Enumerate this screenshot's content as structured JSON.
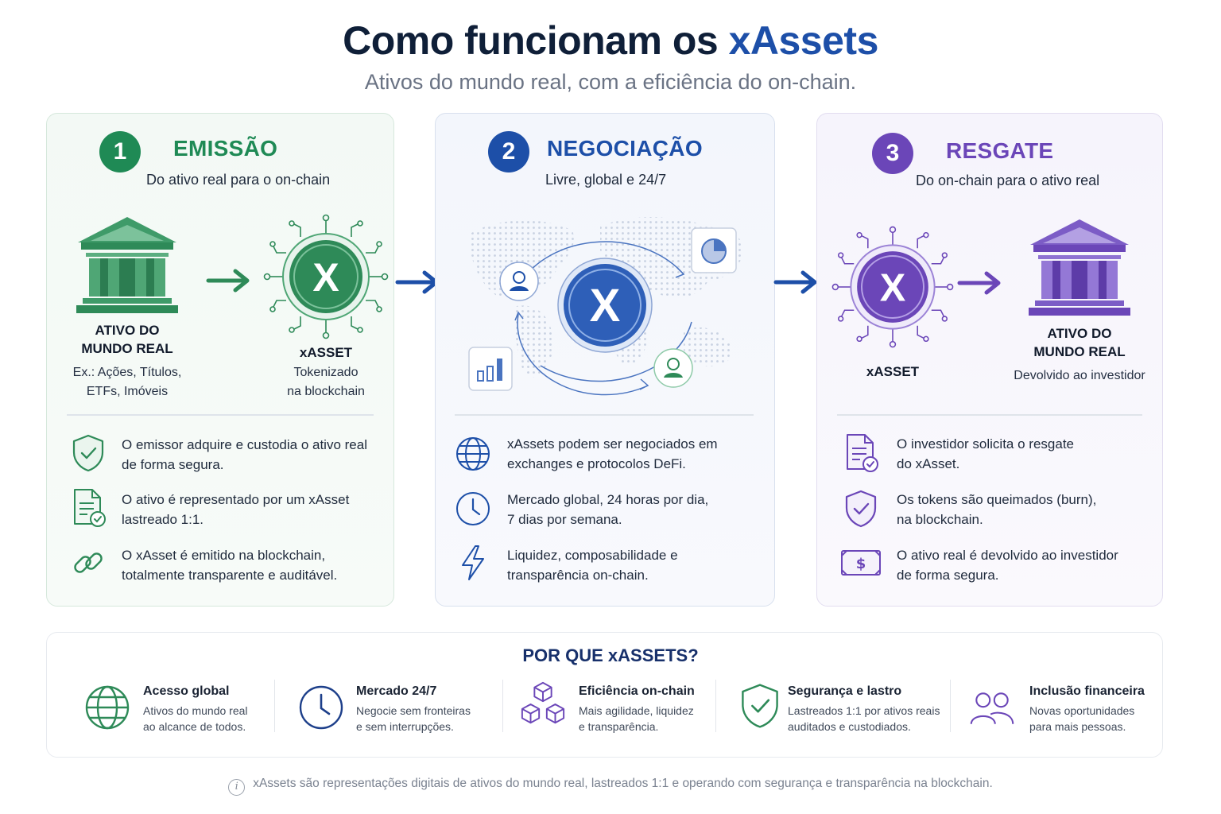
{
  "header": {
    "title_main": "Como funcionam os ",
    "title_accent": "xAssets",
    "subtitle": "Ativos do mundo real, com a eficiência do on-chain."
  },
  "colors": {
    "green": "#1f8a55",
    "blue": "#1d4fa8",
    "purple": "#6b46b8",
    "navy": "#17306b"
  },
  "steps": [
    {
      "number": "1",
      "title": "EMISSÃO",
      "subtitle": "Do ativo real para o on-chain",
      "left_caption_title": [
        "ATIVO DO",
        "MUNDO REAL"
      ],
      "left_caption": [
        "Ex.: Ações, Títulos,",
        "ETFs, Imóveis"
      ],
      "right_caption_title": "xASSET",
      "right_caption": [
        "Tokenizado",
        "na blockchain"
      ],
      "items": [
        {
          "icon": "shield-check-icon",
          "lines": [
            "O emissor adquire e custodia o ativo real",
            "de forma segura."
          ]
        },
        {
          "icon": "document-check-icon",
          "lines": [
            "O ativo é representado por um xAsset",
            "lastreado 1:1."
          ]
        },
        {
          "icon": "chain-link-icon",
          "lines": [
            "O xAsset é emitido na blockchain,",
            "totalmente transparente e auditável."
          ]
        }
      ]
    },
    {
      "number": "2",
      "title": "NEGOCIAÇÃO",
      "subtitle": "Livre, global e 24/7",
      "items": [
        {
          "icon": "globe-icon",
          "lines": [
            "xAssets podem ser negociados em",
            "exchanges e protocolos DeFi."
          ]
        },
        {
          "icon": "clock-icon",
          "lines": [
            "Mercado global, 24 horas por dia,",
            "7 dias por semana."
          ]
        },
        {
          "icon": "lightning-icon",
          "lines": [
            "Liquidez, composabilidade e",
            "transparência on-chain."
          ]
        }
      ]
    },
    {
      "number": "3",
      "title": "RESGATE",
      "subtitle": "Do on-chain para o ativo real",
      "left_caption_title": "xASSET",
      "right_caption_title": [
        "ATIVO DO",
        "MUNDO REAL"
      ],
      "right_caption": "Devolvido ao investidor",
      "items": [
        {
          "icon": "document-check-icon",
          "lines": [
            "O investidor solicita o resgate",
            "do xAsset."
          ]
        },
        {
          "icon": "shield-check-icon",
          "lines": [
            "Os tokens são queimados (burn),",
            "na blockchain."
          ]
        },
        {
          "icon": "dollar-bill-icon",
          "lines": [
            "O ativo real é devolvido ao investidor",
            "de forma segura."
          ]
        }
      ]
    }
  ],
  "xasset_letter": "X",
  "why": {
    "title": "POR QUE xASSETS?",
    "items": [
      {
        "icon": "globe-icon",
        "title": "Acesso global",
        "lines": [
          "Ativos do mundo real",
          "ao alcance de todos."
        ]
      },
      {
        "icon": "clock-icon",
        "title": "Mercado 24/7",
        "lines": [
          "Negocie sem fronteiras",
          "e sem interrupções."
        ]
      },
      {
        "icon": "cubes-icon",
        "title": "Eficiência on-chain",
        "lines": [
          "Mais agilidade, liquidez",
          "e transparência."
        ]
      },
      {
        "icon": "shield-check-icon",
        "title": "Segurança e lastro",
        "lines": [
          "Lastreados 1:1 por ativos reais",
          "auditados e custodiados."
        ]
      },
      {
        "icon": "users-icon",
        "title": "Inclusão financeira",
        "lines": [
          "Novas oportunidades",
          "para mais pessoas."
        ]
      }
    ]
  },
  "footer": {
    "info_glyph": "i",
    "text": "xAssets são representações digitais de ativos do mundo real, lastreados 1:1 e operando com segurança e transparência na blockchain."
  }
}
